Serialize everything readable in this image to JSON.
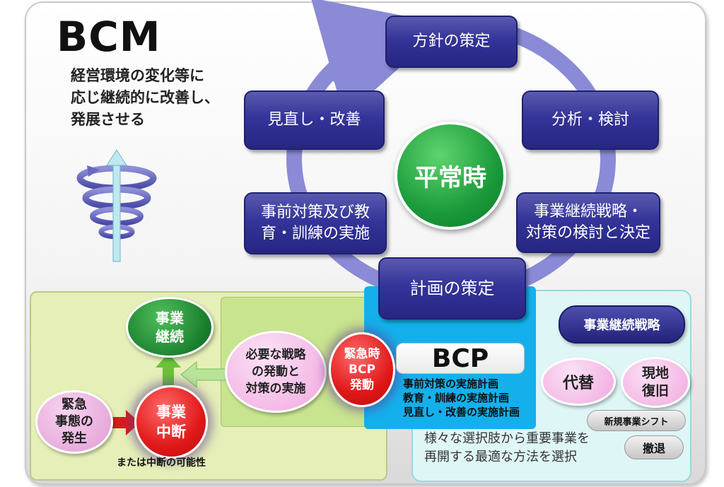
{
  "title": "BCM",
  "description": "経営環境の変化等に\n応じ継続的に改善し、\n発展させる",
  "cycle": {
    "center": "平常時",
    "steps": {
      "policy": "方針の策定",
      "analysis": "分析・検討",
      "strategy": "事業継続戦略・\n対策の検討と決定",
      "plan": "計画の策定",
      "training": "事前対策及び教\n育・訓練の実施",
      "review": "見直し・改善"
    }
  },
  "emergency": {
    "occurrence": "緊急\n事態の\n発生",
    "interruption": "事業\n中断",
    "continuation": "事業\n継続",
    "activation": "必要な戦略\nの発動と\n対策の実施",
    "bcp_trigger": "緊急時\nBCP\n発動",
    "possibility_note": "または中断の可能性"
  },
  "bcp": {
    "label": "BCP",
    "plans": "事前対策の実施計画\n教育・訓練の実施計画\n見直し・改善の実施計画"
  },
  "strategy_panel": {
    "heading": "事業継続戦略",
    "substitute": "代替",
    "restore": "現地\n復旧",
    "new_business": "新規事業シフト",
    "withdraw": "撤退",
    "note": "様々な選択肢から重要事業を\n再開する最適な方法を選択"
  },
  "colors": {
    "cycle_box": "#34349a",
    "center_green": "#1a9a3a",
    "emergency_red": "#e01818",
    "pink": "#f3b3e3",
    "cyan_panel": "#dff6f6",
    "bcp_blue": "#14b0ec"
  }
}
